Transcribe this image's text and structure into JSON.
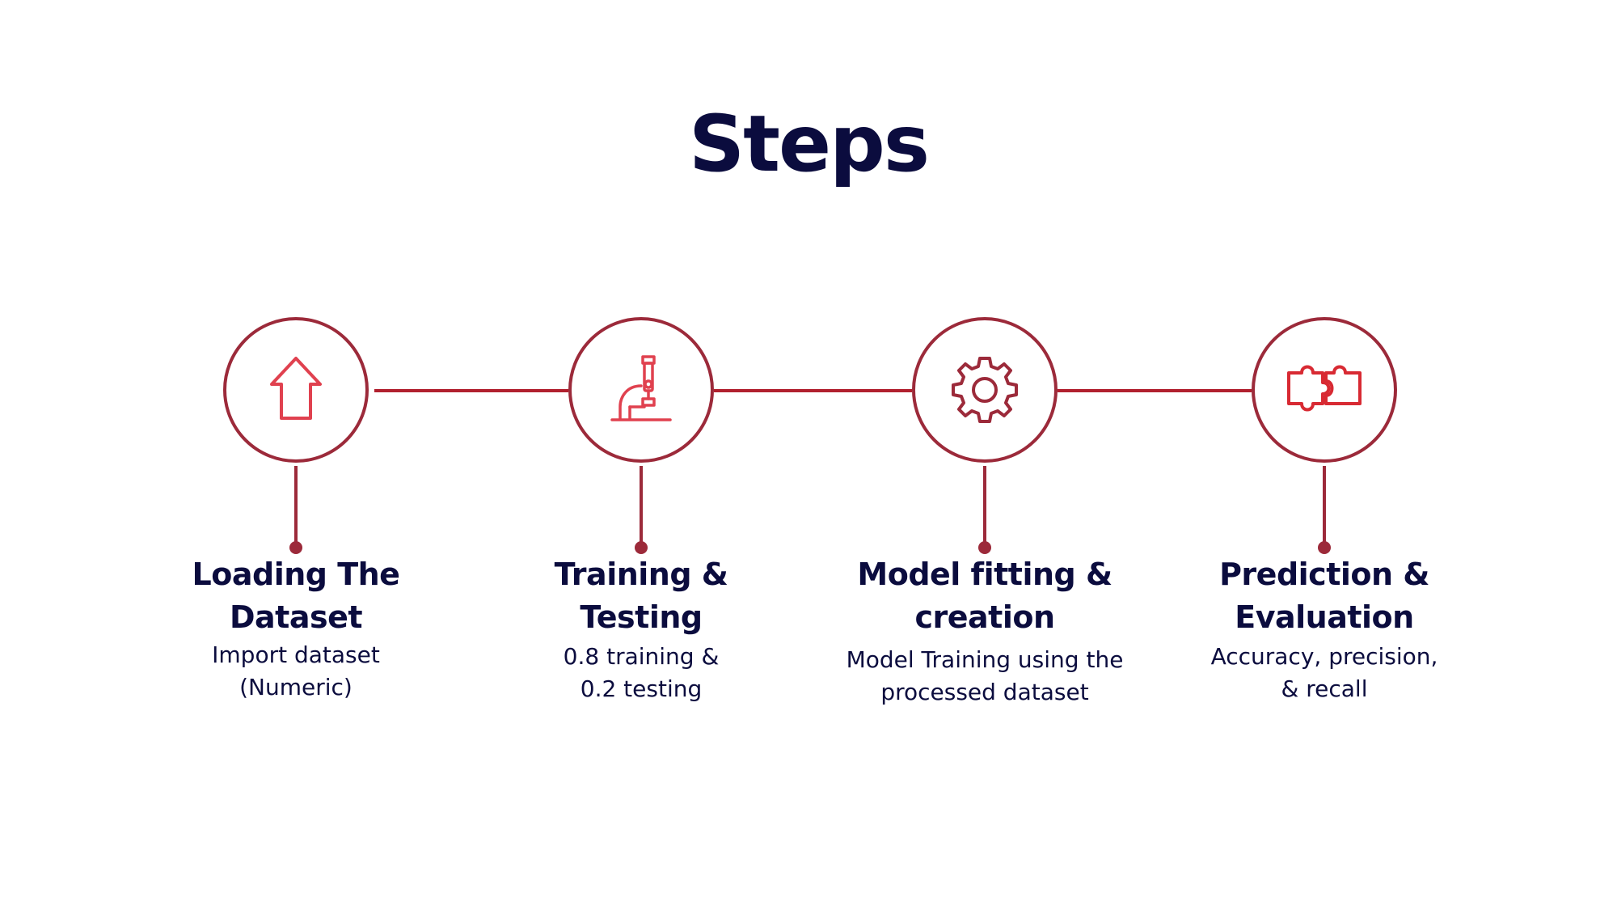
{
  "title": "Steps",
  "colors": {
    "title": "#0b0c3e",
    "accent": "#b1202e",
    "circle_border": "#9c2a3a",
    "icon": "#e0414f"
  },
  "steps": [
    {
      "icon": "upload-home-icon",
      "title_line1": "Loading The",
      "title_line2": "Dataset",
      "desc_line1": "Import dataset",
      "desc_line2": "(Numeric)"
    },
    {
      "icon": "microscope-icon",
      "title_line1": "Training &",
      "title_line2": "Testing",
      "desc_line1": "0.8 training &",
      "desc_line2": "0.2 testing"
    },
    {
      "icon": "gear-icon",
      "title_line1": "Model fitting &",
      "title_line2": "creation",
      "desc_line1": "Model Training using the",
      "desc_line2": "processed dataset"
    },
    {
      "icon": "puzzle-icon",
      "title_line1": "Prediction &",
      "title_line2": "Evaluation",
      "desc_line1": "Accuracy, precision,",
      "desc_line2": "& recall"
    }
  ]
}
